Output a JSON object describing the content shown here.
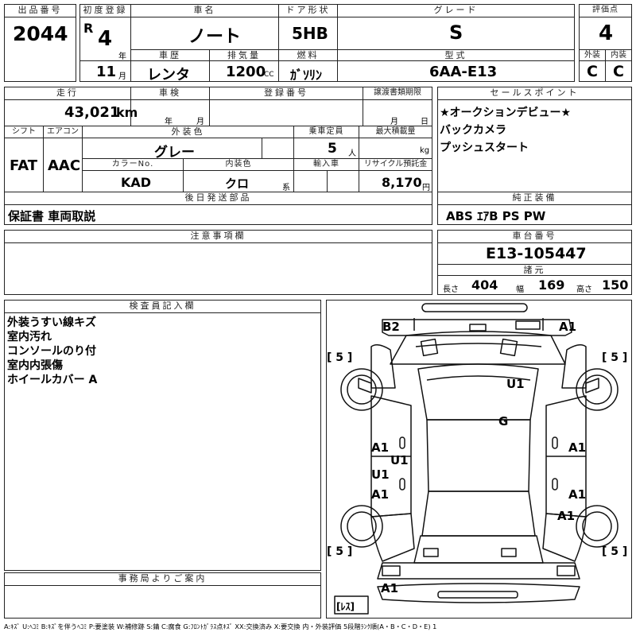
{
  "header": {
    "lot_label": "出品番号",
    "lot_value": "2044",
    "first_reg_label": "初度登録",
    "era": "R",
    "year_value": "4",
    "year_unit": "年",
    "month_value": "11",
    "month_unit": "月",
    "car_name_label": "車名",
    "car_name_value": "ノート",
    "door_label": "ドア形状",
    "door_value": "5HB",
    "grade_label": "グレード",
    "grade_value": "S",
    "score_label": "評価点",
    "score_value": "4",
    "history_label": "車歴",
    "history_value": "レンタ",
    "displacement_label": "排気量",
    "displacement_value": "1200",
    "displacement_unit": "CC",
    "fuel_label": "燃料",
    "fuel_value": "ｶﾞｿﾘﾝ",
    "model_label": "型式",
    "model_value": "6AA-E13",
    "exterior_label": "外装",
    "exterior_value": "C",
    "interior_label": "内装",
    "interior_value": "C"
  },
  "row2": {
    "mileage_label": "走行",
    "mileage_value": "43,021",
    "mileage_unit": "km",
    "inspection_label": "車検",
    "inspection_year_unit": "年",
    "inspection_month_unit": "月",
    "regnum_label": "登録番号",
    "transfer_label": "譲渡書類期限",
    "transfer_month_unit": "月",
    "transfer_day_unit": "日",
    "shift_label": "シフト",
    "shift_value": "FAT",
    "ac_label": "エアコン",
    "ac_value": "AAC",
    "ext_color_label": "外装色",
    "ext_color_value": "グレー",
    "capacity_label": "乗車定員",
    "capacity_value": "5",
    "capacity_unit": "人",
    "load_label": "最大積載量",
    "load_unit": "kg",
    "color_no_label": "カラーNo.",
    "color_no_value": "KAD",
    "int_color_label": "内装色",
    "int_color_value": "クロ",
    "int_color_unit": "系",
    "import_label": "輸入車",
    "recycle_label": "リサイクル預託金",
    "recycle_value": "8,170",
    "recycle_unit": "円"
  },
  "sales_points": {
    "label": "セールスポイント",
    "items": [
      "★オークションデビュー★",
      "バックカメラ",
      "プッシュスタート"
    ]
  },
  "later_parts": {
    "label": "後日発送部品",
    "value": "保証書 車両取説"
  },
  "genuine": {
    "label": "純正装備",
    "value": "ABS ｴｱB PS PW"
  },
  "caution": {
    "label": "注意事項欄"
  },
  "chassis": {
    "label": "車台番号",
    "value": "E13-105447"
  },
  "specs": {
    "label": "諸元",
    "length_label": "長さ",
    "length_value": "404",
    "width_label": "幅",
    "width_value": "169",
    "height_label": "高さ",
    "height_value": "150"
  },
  "inspector": {
    "label": "検査員記入欄",
    "notes": [
      "外装うすい線キズ",
      "室内汚れ",
      "コンソールのり付",
      "室内内張傷",
      "ホイールカバー A"
    ]
  },
  "office": {
    "label": "事務局よりご案内"
  },
  "diagram": {
    "marks": {
      "b2": "B2",
      "a1_front_right": "A1",
      "u1_roof": "U1",
      "g_windshield": "G",
      "a1_left_front_door": "A1",
      "u1_left_front_door": "U1",
      "u1_left_rear_door": "U1",
      "a1_left_rear_door": "A1",
      "a1_right_front_door": "A1",
      "a1_right_rear_door": "A1",
      "a1_right_quarter": "A1",
      "a1_rear_bumper": "A1"
    },
    "tire_fl": "[ 5 ]",
    "tire_fr": "[ 5 ]",
    "tire_rl": "[ 5 ]",
    "tire_rr": "[ 5 ]",
    "spare": "[ﾚｽ]"
  },
  "legend": "A:ｷｽﾞ U:ﾍｺﾐ B:ｷｽﾞを伴うﾍｺﾐ P:要塗装 W:補修跡 S:錆 C:腐食 G:ﾌﾛﾝﾄｶﾞﾗｽ点ｷｽﾞ XX:交換済み X:要交換 内・外装評価 5段階ﾗﾝｸ順(A・B・C・D・E) 1"
}
